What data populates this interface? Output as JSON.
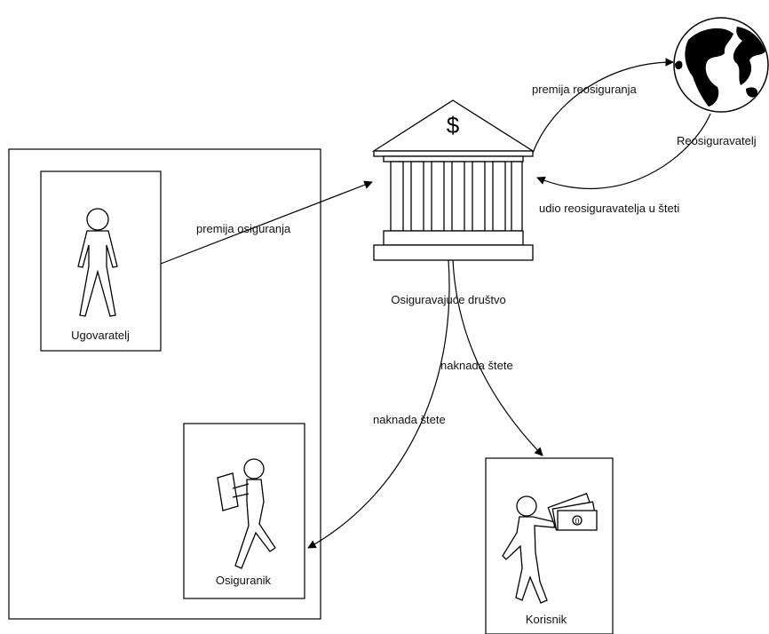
{
  "nodes": {
    "ugovaratelj": "Ugovaratelj",
    "osiguranik": "Osiguranik",
    "korisnik": "Korisnik",
    "drustvo": "Osiguravajuće društvo",
    "reosiguravatelj": "Reosiguravatelj"
  },
  "edges": {
    "premija_osiguranja": "premija osiguranja",
    "premija_reosiguranja": "premija reosiguranja",
    "udio_reosiguravatelja": "udio reosiguravatelja u šteti",
    "naknada_stete_korisnik": "naknada štete",
    "naknada_stete_osiguranik": "naknada štete"
  },
  "bank_symbol": "$",
  "icons": [
    "person-icon",
    "person-carrying-box-icon",
    "person-with-money-icon",
    "bank-building-icon",
    "globe-icon"
  ]
}
